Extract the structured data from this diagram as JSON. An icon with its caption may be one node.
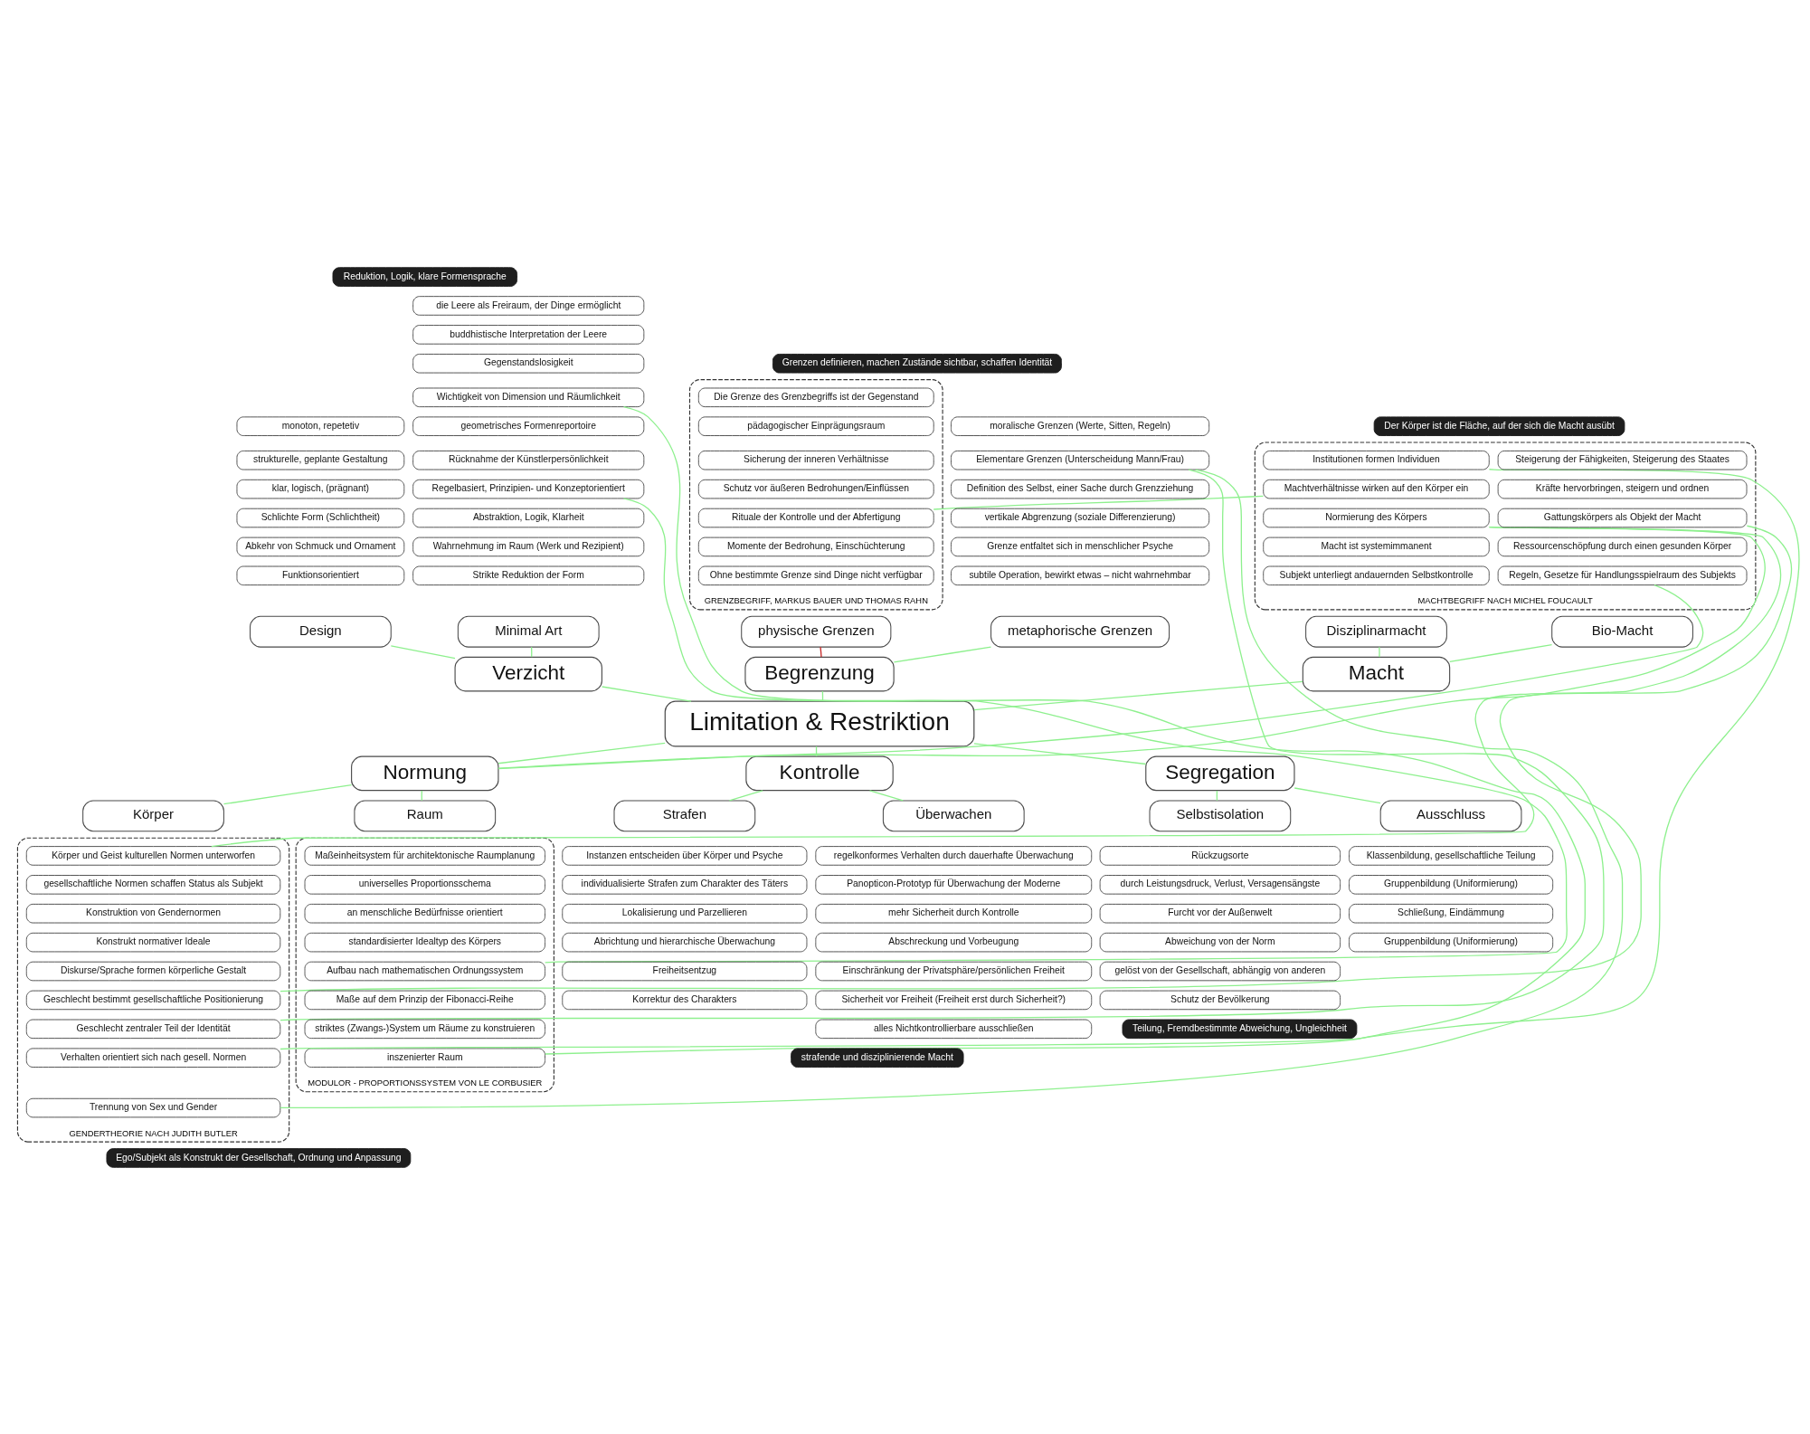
{
  "diagram": {
    "nodes": [
      {
        "text": [
          "Limitation & Restriktion"
        ]
      },
      {
        "text": [
          "Begrenzung"
        ]
      },
      {
        "text": [
          "physische Grenzen"
        ]
      },
      {
        "text": [
          "GRENZBEGRIFF, MARKUS BAUER UND THOMAS RAHN"
        ]
      },
      {
        "text": [
          "Die Grenze des Grenzbegriffs ist der Gegenstand"
        ],
        "in": 3
      },
      {
        "text": [
          "pädagogischer Einprägungsraum"
        ],
        "in": 3
      },
      {
        "text": [
          "Sicherung der inneren Verhältnisse"
        ],
        "in": 3
      },
      {
        "text": [
          "Schutz vor äußeren Bedrohungen/Einflüssen"
        ],
        "in": 3
      },
      {
        "text": [
          "Rituale der Kontrolle und der Abfertigung"
        ],
        "in": 3
      },
      {
        "text": [
          "Momente der Bedrohung, Einschüchterung"
        ],
        "in": 3
      },
      {
        "text": [
          "Ohne bestimmte Grenze sind Dinge nicht verfügbar"
        ],
        "in": 3
      },
      {
        "text": [
          "metaphorische Grenzen"
        ]
      },
      {
        "text": [
          "moralische Grenzen (Werte, Sitten, Regeln)"
        ]
      },
      {
        "text": [
          "Elementare Grenzen (Unterscheidung Mann/Frau)"
        ]
      },
      {
        "text": [
          "Definition des Selbst, einer Sache durch Grenzziehung"
        ]
      },
      {
        "text": [
          "vertikale Abgrenzung (soziale Differenzierung)"
        ]
      },
      {
        "text": [
          "Grenze entfaltet sich in menschlicher Psyche"
        ]
      },
      {
        "text": [
          "subtile Operation, bewirkt etwas – nicht wahrnehmbar"
        ]
      },
      {
        "text": [
          "Grenzen definieren, machen Zustände sichtbar, schaffen Identität"
        ]
      },
      {
        "text": [
          "Verzicht"
        ]
      },
      {
        "text": [
          "Design"
        ]
      },
      {
        "text": [
          "monoton, repetetiv"
        ]
      },
      {
        "text": [
          "strukturelle, geplante Gestaltung"
        ]
      },
      {
        "text": [
          "klar, logisch, (prägnant)"
        ]
      },
      {
        "text": [
          "Schlichte Form (Schlichtheit)"
        ]
      },
      {
        "text": [
          "Abkehr von Schmuck und Ornament"
        ]
      },
      {
        "text": [
          "Funktionsorientiert"
        ]
      },
      {
        "text": [
          "Minimal Art"
        ]
      },
      {
        "text": [
          "die Leere als Freiraum, der Dinge ermöglicht"
        ]
      },
      {
        "text": [
          "buddhistische Interpretation der Leere"
        ]
      },
      {
        "text": [
          "Gegenstandslosigkeit"
        ]
      },
      {
        "text": [
          "Wichtigkeit von Dimension und Räumlichkeit"
        ]
      },
      {
        "text": [
          "geometrisches Formenreportoire"
        ]
      },
      {
        "text": [
          "Rücknahme der Künstlerpersönlichkeit"
        ]
      },
      {
        "text": [
          "Regelbasiert, Prinzipien- und Konzeptorientiert"
        ]
      },
      {
        "text": [
          "Abstraktion, Logik, Klarheit"
        ]
      },
      {
        "text": [
          "Wahrnehmung im Raum (Werk und Rezipient)"
        ]
      },
      {
        "text": [
          "Strikte Reduktion der Form"
        ]
      },
      {
        "text": [
          "Reduktion, Logik, klare Formensprache"
        ]
      },
      {
        "text": [
          "Macht"
        ]
      },
      {
        "text": [
          "MACHTBEGRIFF NACH MICHEL FOUCAULT"
        ]
      },
      {
        "text": [
          "Disziplinarmacht"
        ]
      },
      {
        "text": [
          "Institutionen formen Individuen"
        ],
        "in": 40
      },
      {
        "text": [
          "Machtverhältnisse wirken auf den Körper ein"
        ],
        "in": 40
      },
      {
        "text": [
          "Normierung des Körpers"
        ],
        "in": 40
      },
      {
        "text": [
          "Macht ist systemimmanent"
        ],
        "in": 40
      },
      {
        "text": [
          "Subjekt unterliegt andauernden Selbstkontrolle"
        ],
        "in": 40
      },
      {
        "text": [
          "Bio-Macht"
        ]
      },
      {
        "text": [
          "Steigerung der Fähigkeiten, Steigerung des Staates"
        ],
        "in": 40
      },
      {
        "text": [
          "Kräfte hervorbringen, steigern und ordnen"
        ],
        "in": 40
      },
      {
        "text": [
          "Gattungskörpers als Objekt der Macht"
        ],
        "in": 40
      },
      {
        "text": [
          "Ressourcenschöpfung durch einen gesunden Körper"
        ],
        "in": 40
      },
      {
        "text": [
          "Regeln, Gesetze für Handlungsspielraum des Subjekts"
        ],
        "in": 40
      },
      {
        "text": [
          "Der Körper ist die Fläche, auf der sich die Macht ausübt"
        ]
      },
      {
        "text": [
          "Normung"
        ]
      },
      {
        "text": [
          "Körper"
        ]
      },
      {
        "text": [
          "GENDERTHEORIE NACH JUDITH BUTLER"
        ]
      },
      {
        "text": [
          "Körper und Geist kulturellen Normen unterworfen"
        ],
        "in": 56
      },
      {
        "text": [
          "gesellschaftliche Normen schaffen Status als Subjekt"
        ],
        "in": 56
      },
      {
        "text": [
          "Konstruktion von Gendernormen"
        ],
        "in": 56
      },
      {
        "text": [
          "Konstrukt normativer Ideale"
        ],
        "in": 56
      },
      {
        "text": [
          "Diskurse/Sprache formen körperliche Gestalt"
        ],
        "in": 56
      },
      {
        "text": [
          "Geschlecht bestimmt gesellschaftliche Positionierung"
        ],
        "in": 56
      },
      {
        "text": [
          "Geschlecht zentraler Teil der Identität"
        ],
        "in": 56
      },
      {
        "text": [
          "Verhalten orientiert sich nach gesell. Normen"
        ],
        "in": 56
      },
      {
        "text": [
          "Trennung von Sex und Gender"
        ],
        "in": 56
      },
      {
        "text": [
          "Raum"
        ]
      },
      {
        "text": [
          "MODULOR - PROPORTIONSSYSTEM VON LE CORBUSIER"
        ]
      },
      {
        "text": [
          "Maßeinheitsystem für architektonische Raumplanung"
        ],
        "in": 67
      },
      {
        "text": [
          "universelles Proportionsschema"
        ],
        "in": 67
      },
      {
        "text": [
          "an menschliche Bedürfnisse orientiert"
        ],
        "in": 67
      },
      {
        "text": [
          "standardisierter Idealtyp des Körpers"
        ],
        "in": 67
      },
      {
        "text": [
          "Aufbau nach mathematischen Ordnungssystem"
        ],
        "in": 67
      },
      {
        "text": [
          "Maße auf dem Prinzip der Fibonacci-Reihe"
        ],
        "in": 67
      },
      {
        "text": [
          "striktes (Zwangs-)System um Räume zu konstruieren"
        ],
        "in": 67
      },
      {
        "text": [
          "inszenierter Raum"
        ],
        "in": 67
      },
      {
        "text": [
          "Ego/Subjekt als Konstrukt der Gesellschaft, Ordnung und Anpassung"
        ]
      },
      {
        "text": [
          "Kontrolle"
        ]
      },
      {
        "text": [
          "Strafen"
        ]
      },
      {
        "text": [
          "Instanzen entscheiden über Körper und Psyche"
        ]
      },
      {
        "text": [
          "individualisierte Strafen zum Charakter des Täters"
        ]
      },
      {
        "text": [
          "Lokalisierung und Parzellieren"
        ]
      },
      {
        "text": [
          "Abrichtung und hierarchische Überwachung"
        ]
      },
      {
        "text": [
          "Freiheitsentzug"
        ]
      },
      {
        "text": [
          "Korrektur des Charakters"
        ]
      },
      {
        "text": [
          "Überwachen"
        ]
      },
      {
        "text": [
          "regelkonformes Verhalten durch dauerhafte Überwachung"
        ]
      },
      {
        "text": [
          "Panopticon-Prototyp für Überwachung der Moderne"
        ]
      },
      {
        "text": [
          "mehr Sicherheit durch Kontrolle"
        ]
      },
      {
        "text": [
          "Abschreckung und Vorbeugung"
        ]
      },
      {
        "text": [
          "Einschränkung der Privatsphäre/persönlichen Freiheit"
        ]
      },
      {
        "text": [
          "Sicherheit vor Freiheit (Freiheit erst durch Sicherheit?)"
        ]
      },
      {
        "text": [
          "alles Nichtkontrollierbare ausschließen"
        ]
      },
      {
        "text": [
          "strafende und disziplinierende Macht"
        ]
      },
      {
        "text": [
          "Segregation"
        ]
      },
      {
        "text": [
          "Selbstisolation"
        ]
      },
      {
        "text": [
          "Rückzugsorte"
        ]
      },
      {
        "text": [
          "durch Leistungsdruck, Verlust, Versagensängste"
        ]
      },
      {
        "text": [
          "Furcht vor der Außenwelt"
        ]
      },
      {
        "text": [
          "Abweichung von der Norm"
        ]
      },
      {
        "text": [
          "gelöst von der Gesellschaft, abhängig von anderen"
        ]
      },
      {
        "text": [
          "Schutz der Bevölkerung"
        ]
      },
      {
        "text": [
          "Ausschluss"
        ]
      },
      {
        "text": [
          "Klassenbildung, gesellschaftliche Teilung"
        ]
      },
      {
        "text": [
          "Gruppenbildung (Uniformierung)"
        ]
      },
      {
        "text": [
          "Schließung, Eindämmung"
        ]
      },
      {
        "text": [
          "Gruppenbildung (Uniformierung)"
        ]
      },
      {
        "text": [
          "Teilung, Fremdbestimmte Abweichung, Ungleichheit"
        ]
      }
    ],
    "edges": [
      {
        "from": 0,
        "to": 1,
        "arrow": "none"
      },
      {
        "from": 0,
        "to": 19,
        "arrow": "none"
      },
      {
        "from": 0,
        "to": 39,
        "arrow": "none"
      },
      {
        "from": 0,
        "to": 54,
        "arrow": "none"
      },
      {
        "from": 0,
        "to": 77,
        "arrow": "none"
      },
      {
        "from": 0,
        "to": 94,
        "arrow": "none"
      },
      {
        "from": 1,
        "to": 2,
        "arrow": "none",
        "color": "#c62828"
      },
      {
        "from": 1,
        "to": 11,
        "arrow": "none"
      },
      {
        "from": 19,
        "to": 20,
        "arrow": "none"
      },
      {
        "from": 19,
        "to": 27,
        "arrow": "none"
      },
      {
        "from": 39,
        "to": 41,
        "arrow": "none"
      },
      {
        "from": 39,
        "to": 47,
        "arrow": "none"
      },
      {
        "from": 54,
        "to": 55,
        "arrow": "none"
      },
      {
        "from": 54,
        "to": 66,
        "arrow": "none"
      },
      {
        "from": 77,
        "to": 78,
        "arrow": "none"
      },
      {
        "from": 77,
        "to": 85,
        "arrow": "none"
      },
      {
        "from": 94,
        "to": 95,
        "arrow": "none"
      },
      {
        "from": 94,
        "to": 102,
        "arrow": "none"
      },
      {
        "from": 8,
        "to": 43,
        "arrow": "none"
      },
      {
        "from": 13,
        "to": 63,
        "arrow": "none"
      },
      {
        "from": 13,
        "to": 65,
        "arrow": "none"
      },
      {
        "from": 42,
        "to": 64,
        "arrow": "none"
      },
      {
        "from": 44,
        "to": 57,
        "arrow": "none"
      },
      {
        "from": 44,
        "to": 54,
        "arrow": "none"
      },
      {
        "from": 50,
        "to": 62,
        "arrow": "none"
      },
      {
        "from": 52,
        "to": 54,
        "arrow": "none"
      },
      {
        "from": 31,
        "to": 75,
        "arrow": "none"
      },
      {
        "from": 34,
        "to": 72,
        "arrow": "none"
      }
    ]
  }
}
